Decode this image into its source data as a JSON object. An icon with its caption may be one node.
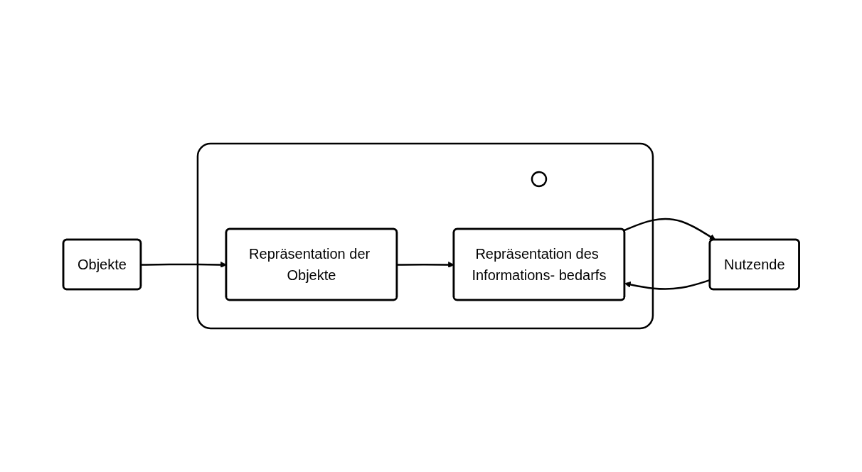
{
  "diagram": {
    "nodes": [
      {
        "text": [
          "Objekte"
        ]
      },
      {
        "text": [],
        "shape": "box"
      },
      {
        "text": [
          "Repräsentation der Objekte"
        ],
        "in": 1
      },
      {
        "text": [],
        "shape": "ellipse",
        "in": 1
      },
      {
        "text": [
          "Repräsentation des Informations- bedarfs"
        ],
        "in": 1
      },
      {
        "text": [
          "Nutzende"
        ]
      }
    ],
    "edges": [
      {
        "from": 0,
        "to": 2,
        "arrow": "to"
      },
      {
        "from": 2,
        "to": 4,
        "arrow": "to"
      },
      {
        "from": 5,
        "to": 4,
        "arrow": "to"
      },
      {
        "from": 4,
        "to": 5,
        "arrow": "to"
      }
    ]
  }
}
